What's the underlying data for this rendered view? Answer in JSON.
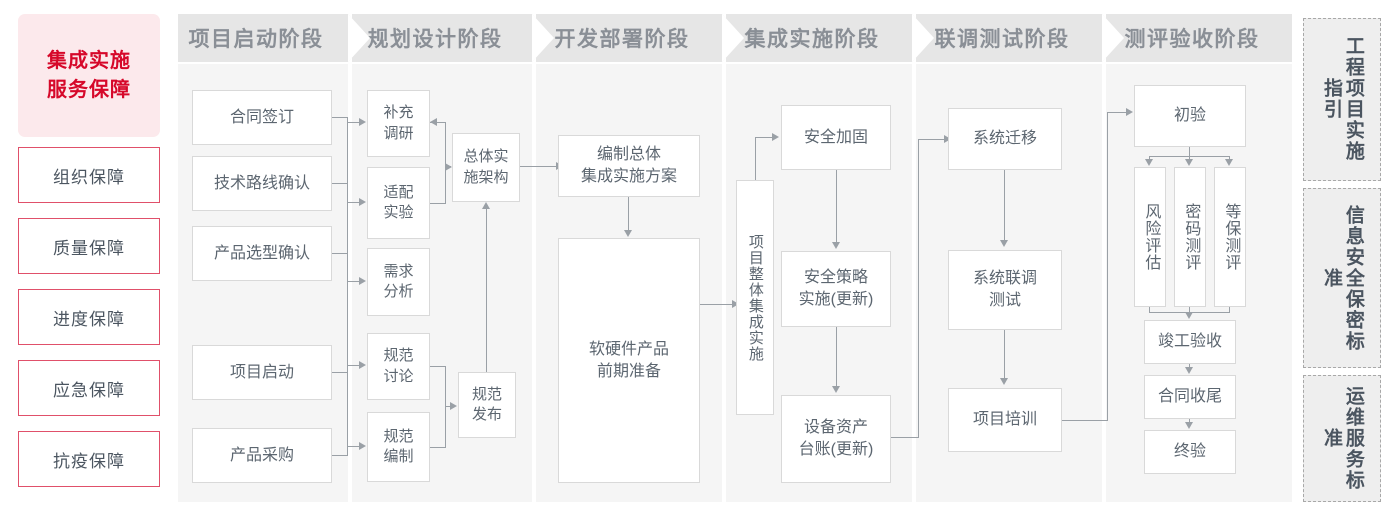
{
  "left_panel": {
    "hero": {
      "line1": "集成实施",
      "line2": "服务保障",
      "color": "#d6082a",
      "bg": "#fce9ec"
    },
    "guarantees": [
      {
        "label": "组织保障"
      },
      {
        "label": "质量保障"
      },
      {
        "label": "进度保障"
      },
      {
        "label": "应急保障"
      },
      {
        "label": "抗疫保障"
      }
    ]
  },
  "phases": [
    {
      "title": "项目启动阶段",
      "nodes": [
        {
          "label": "合同签订"
        },
        {
          "label": "技术路线确认"
        },
        {
          "label": "产品选型确认"
        },
        {
          "label": "项目启动"
        },
        {
          "label": "产品采购"
        }
      ]
    },
    {
      "title": "规划设计阶段",
      "nodes": [
        {
          "label": "补充\n调研"
        },
        {
          "label": "适配\n实验"
        },
        {
          "label": "需求\n分析"
        },
        {
          "label": "规范\n讨论"
        },
        {
          "label": "规范\n编制"
        },
        {
          "label": "总体实\n施架构"
        },
        {
          "label": "规范\n发布"
        }
      ]
    },
    {
      "title": "开发部署阶段",
      "nodes": [
        {
          "label": "编制总体\n集成实施方案"
        },
        {
          "label": "软硬件产品\n前期准备"
        }
      ]
    },
    {
      "title": "集成实施阶段",
      "nodes": [
        {
          "label": "项目整体集成实施"
        },
        {
          "label": "安全加固"
        },
        {
          "label": "安全策略\n实施(更新)"
        },
        {
          "label": "设备资产\n台账(更新)"
        }
      ]
    },
    {
      "title": "联调测试阶段",
      "nodes": [
        {
          "label": "系统迁移"
        },
        {
          "label": "系统联调\n测试"
        },
        {
          "label": "项目培训"
        }
      ]
    },
    {
      "title": "测评验收阶段",
      "nodes": [
        {
          "label": "初验"
        },
        {
          "label": "风险评估"
        },
        {
          "label": "密码测评"
        },
        {
          "label": "等保测评"
        },
        {
          "label": "竣工验收"
        },
        {
          "label": "合同收尾"
        },
        {
          "label": "终验"
        }
      ]
    }
  ],
  "standards": [
    {
      "label": "工程项目实施指引"
    },
    {
      "label": "信息安全保密标准"
    },
    {
      "label": "运维服务标准"
    }
  ],
  "theme": {
    "header_bg": "#e6e6e6",
    "header_text": "#8a8f96",
    "body_bg": "#f5f5f5",
    "node_border": "#d9d9d9",
    "node_text": "#5c6670",
    "connector": "#9aa0a6",
    "accent_red": "#d6082a"
  }
}
